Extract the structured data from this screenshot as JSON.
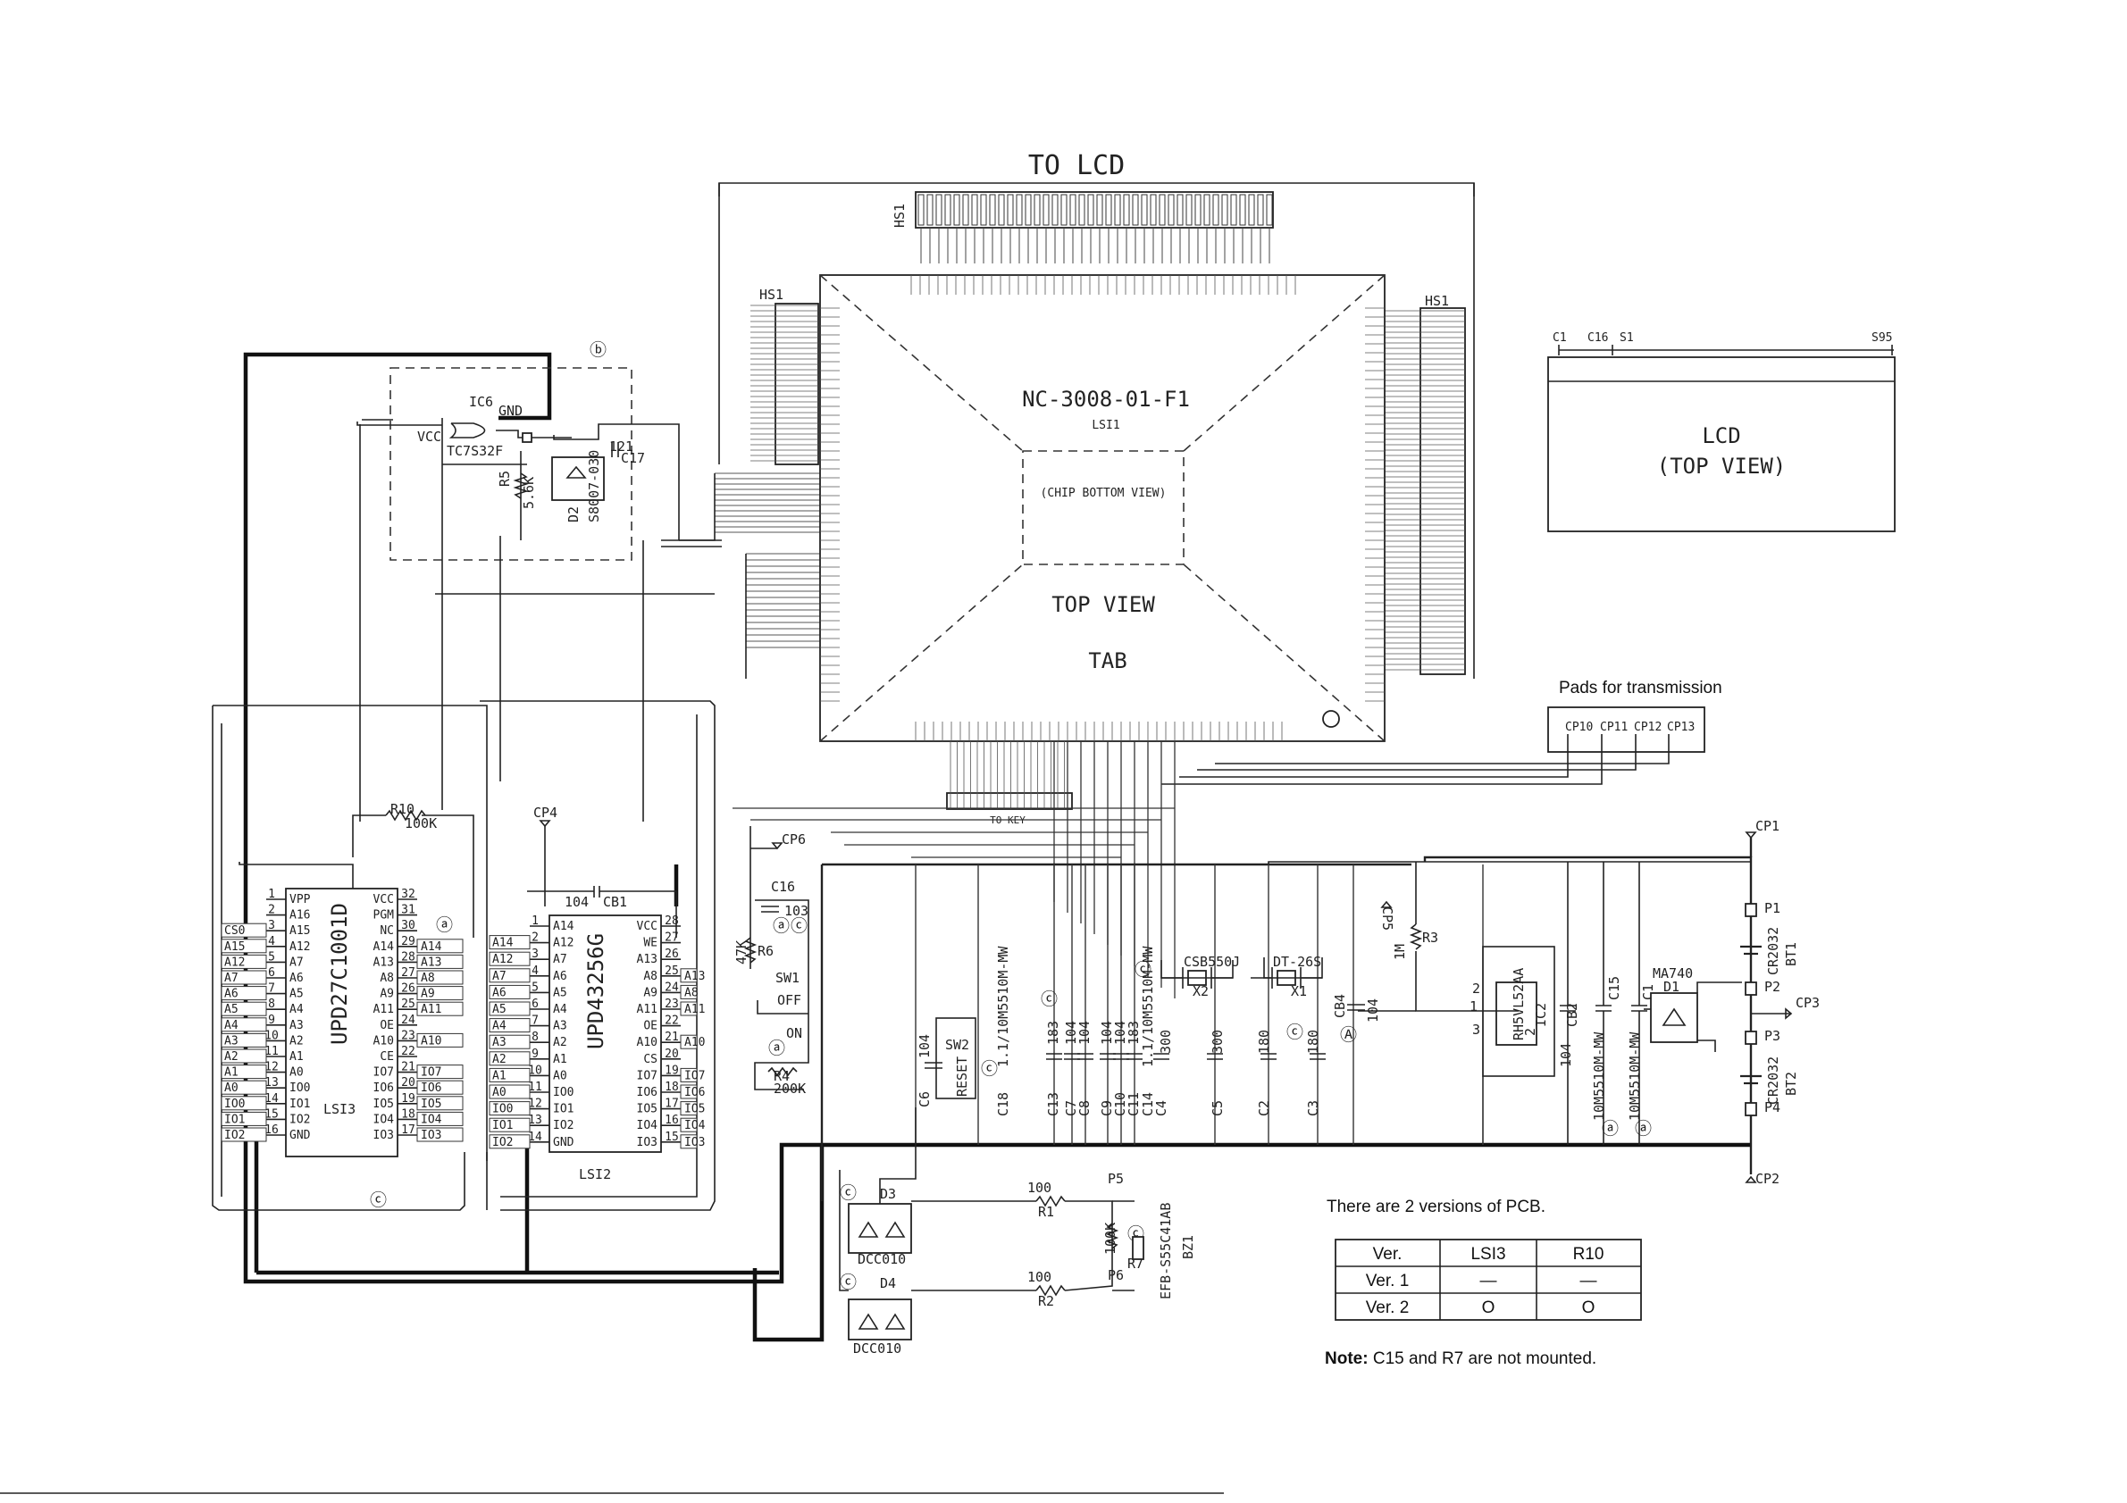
{
  "titles": {
    "to_lcd": "TO LCD",
    "chip_name": "NC-3008-01-F1",
    "chip_ref": "LSI1",
    "chip_bottom_view": "(CHIP BOTTOM VIEW)",
    "top_view": "TOP VIEW",
    "tab": "TAB",
    "to_key": "TO KEY"
  },
  "lcd": {
    "label": "LCD",
    "view": "(TOP VIEW)",
    "pins": [
      "C1",
      "C16",
      "S1",
      "S95"
    ]
  },
  "hs1_label": "HS1",
  "pads_title": "Pads for transmission",
  "pads": [
    "CP10",
    "CP11",
    "CP12",
    "CP13"
  ],
  "ic6": {
    "ref": "IC6",
    "part": "TC7S32F",
    "vcc": "VCC",
    "gnd": "GND"
  },
  "markers": {
    "b": "ⓑ",
    "a": "ⓐ",
    "c": "ⓒ",
    "A": "Ⓐ"
  },
  "lsi3": {
    "part": "UPD27C1001D",
    "ref": "LSI3",
    "left_nets": [
      "CS0",
      "A15",
      "A12",
      "A7",
      "A6",
      "A5",
      "A4",
      "A3",
      "A2",
      "A1",
      "A0",
      "IO0",
      "IO1",
      "IO2"
    ],
    "left_pins": [
      {
        "n": "1",
        "s": "VPP"
      },
      {
        "n": "2",
        "s": "A16"
      },
      {
        "n": "3",
        "s": "A15"
      },
      {
        "n": "4",
        "s": "A12"
      },
      {
        "n": "5",
        "s": "A7"
      },
      {
        "n": "6",
        "s": "A6"
      },
      {
        "n": "7",
        "s": "A5"
      },
      {
        "n": "8",
        "s": "A4"
      },
      {
        "n": "9",
        "s": "A3"
      },
      {
        "n": "10",
        "s": "A2"
      },
      {
        "n": "11",
        "s": "A1"
      },
      {
        "n": "12",
        "s": "A0"
      },
      {
        "n": "13",
        "s": "IO0"
      },
      {
        "n": "14",
        "s": "IO1"
      },
      {
        "n": "15",
        "s": "IO2"
      },
      {
        "n": "16",
        "s": "GND"
      }
    ],
    "right_pins": [
      {
        "n": "32",
        "s": "VCC"
      },
      {
        "n": "31",
        "s": "PGM"
      },
      {
        "n": "30",
        "s": "NC"
      },
      {
        "n": "29",
        "s": "A14"
      },
      {
        "n": "28",
        "s": "A13"
      },
      {
        "n": "27",
        "s": "A8"
      },
      {
        "n": "26",
        "s": "A9"
      },
      {
        "n": "25",
        "s": "A11"
      },
      {
        "n": "24",
        "s": "OE"
      },
      {
        "n": "23",
        "s": "A10"
      },
      {
        "n": "22",
        "s": "CE"
      },
      {
        "n": "21",
        "s": "IO7"
      },
      {
        "n": "20",
        "s": "IO6"
      },
      {
        "n": "19",
        "s": "IO5"
      },
      {
        "n": "18",
        "s": "IO4"
      },
      {
        "n": "17",
        "s": "IO3"
      }
    ],
    "right_nets": [
      "A14",
      "A13",
      "A8",
      "A9",
      "A11",
      "",
      "A10",
      "",
      "IO7",
      "IO6",
      "IO5",
      "IO4",
      "IO3"
    ]
  },
  "lsi2": {
    "part": "UPD43256G",
    "ref": "LSI2",
    "left_nets": [
      "A14",
      "A12",
      "A7",
      "A6",
      "A5",
      "A4",
      "A3",
      "A2",
      "A1",
      "A0",
      "IO0",
      "IO1",
      "IO2"
    ],
    "left_pins": [
      {
        "n": "1",
        "s": "A14"
      },
      {
        "n": "2",
        "s": "A12"
      },
      {
        "n": "3",
        "s": "A7"
      },
      {
        "n": "4",
        "s": "A6"
      },
      {
        "n": "5",
        "s": "A5"
      },
      {
        "n": "6",
        "s": "A4"
      },
      {
        "n": "7",
        "s": "A3"
      },
      {
        "n": "8",
        "s": "A2"
      },
      {
        "n": "9",
        "s": "A1"
      },
      {
        "n": "10",
        "s": "A0"
      },
      {
        "n": "11",
        "s": "IO0"
      },
      {
        "n": "12",
        "s": "IO1"
      },
      {
        "n": "13",
        "s": "IO2"
      },
      {
        "n": "14",
        "s": "GND"
      }
    ],
    "right_pins": [
      {
        "n": "28",
        "s": "VCC"
      },
      {
        "n": "27",
        "s": "WE"
      },
      {
        "n": "26",
        "s": "A13"
      },
      {
        "n": "25",
        "s": "A8"
      },
      {
        "n": "24",
        "s": "A9"
      },
      {
        "n": "23",
        "s": "A11"
      },
      {
        "n": "22",
        "s": "OE"
      },
      {
        "n": "21",
        "s": "A10"
      },
      {
        "n": "20",
        "s": "CS"
      },
      {
        "n": "19",
        "s": "IO7"
      },
      {
        "n": "18",
        "s": "IO6"
      },
      {
        "n": "17",
        "s": "IO5"
      },
      {
        "n": "16",
        "s": "IO4"
      },
      {
        "n": "15",
        "s": "IO3"
      }
    ],
    "right_nets": [
      "",
      "",
      "A13",
      "A8",
      "A11",
      "",
      "A10",
      "",
      "IO7",
      "IO6",
      "IO5",
      "IO4",
      "IO3"
    ]
  },
  "parts": {
    "r10": {
      "ref": "R10",
      "val": "100K"
    },
    "cp4": "CP4",
    "cp6": "CP6",
    "cb1": {
      "ref": "CB1",
      "val": "104"
    },
    "r5": {
      "ref": "R5",
      "val": "5.6K"
    },
    "d2": {
      "ref": "D2",
      "part": "S8007-030"
    },
    "c17": {
      "ref": "C17",
      "val": "121"
    },
    "c16": {
      "ref": "C16",
      "val": "103"
    },
    "r6": {
      "ref": "R6",
      "val": "47K"
    },
    "sw1": {
      "ref": "SW1",
      "off": "OFF",
      "on": "ON"
    },
    "r4": {
      "ref": "R4",
      "val": "200K"
    },
    "c6": {
      "ref": "C6",
      "val": "104"
    },
    "sw2": {
      "ref": "SW2",
      "label": "RESET"
    },
    "c18": {
      "ref": "C18",
      "val": "1.1/10M5510M-MW"
    },
    "c_bank": [
      {
        "ref": "C13",
        "val": "183"
      },
      {
        "ref": "C7",
        "val": "104"
      },
      {
        "ref": "C8",
        "val": "104"
      },
      {
        "ref": "C9",
        "val": "104"
      },
      {
        "ref": "C10",
        "val": "104"
      },
      {
        "ref": "C11",
        "val": "183"
      }
    ],
    "c14": {
      "ref": "C14",
      "val": "1.1/10M5510M-MW"
    },
    "c4": {
      "ref": "C4",
      "val": "300"
    },
    "x2": {
      "ref": "X2",
      "part": "CSB550J"
    },
    "c5": {
      "ref": "C5",
      "val": "300"
    },
    "c2": {
      "ref": "C2",
      "val": "180"
    },
    "x1": {
      "ref": "X1",
      "part": "DT-26S"
    },
    "c3": {
      "ref": "C3",
      "val": "180"
    },
    "cb4": {
      "ref": "CB4",
      "val": "104"
    },
    "cp5": "CP5",
    "r3": {
      "ref": "R3",
      "val": "1M"
    },
    "ic2": {
      "ref": "IC2",
      "part": "RH5VL52AA"
    },
    "cb2": {
      "ref": "CB2",
      "val": "104"
    },
    "c15": {
      "ref": "C15",
      "val": "10M5510M-MW"
    },
    "c1": {
      "ref": "C1",
      "val": "10M5510M-MW"
    },
    "d1": {
      "ref": "D1",
      "part": "MA740"
    },
    "bt1": {
      "ref": "BT1",
      "part": "CR2032"
    },
    "bt2": {
      "ref": "BT2",
      "part": "CR2032"
    },
    "cp": [
      "CP1",
      "CP2",
      "CP3"
    ],
    "p": [
      "P1",
      "P2",
      "P3",
      "P4"
    ],
    "d3": {
      "ref": "D3",
      "part": "DCC010"
    },
    "d4": {
      "ref": "D4",
      "part": "DCC010"
    },
    "r1": {
      "ref": "R1",
      "val": "100"
    },
    "r2": {
      "ref": "R2",
      "val": "100"
    },
    "r7": {
      "ref": "R7",
      "val": "100K"
    },
    "bz1": {
      "ref": "BZ1",
      "part": "EFB-S55C41AB"
    },
    "p5": "P5",
    "p6": "P6"
  },
  "versions": {
    "intro": "There are 2 versions of PCB.",
    "headers": [
      "Ver.",
      "LSI3",
      "R10"
    ],
    "rows": [
      [
        "Ver. 1",
        "—",
        "—"
      ],
      [
        "Ver. 2",
        "O",
        "O"
      ]
    ],
    "note_label": "Note:",
    "note_text": " C15 and R7 are not mounted."
  }
}
